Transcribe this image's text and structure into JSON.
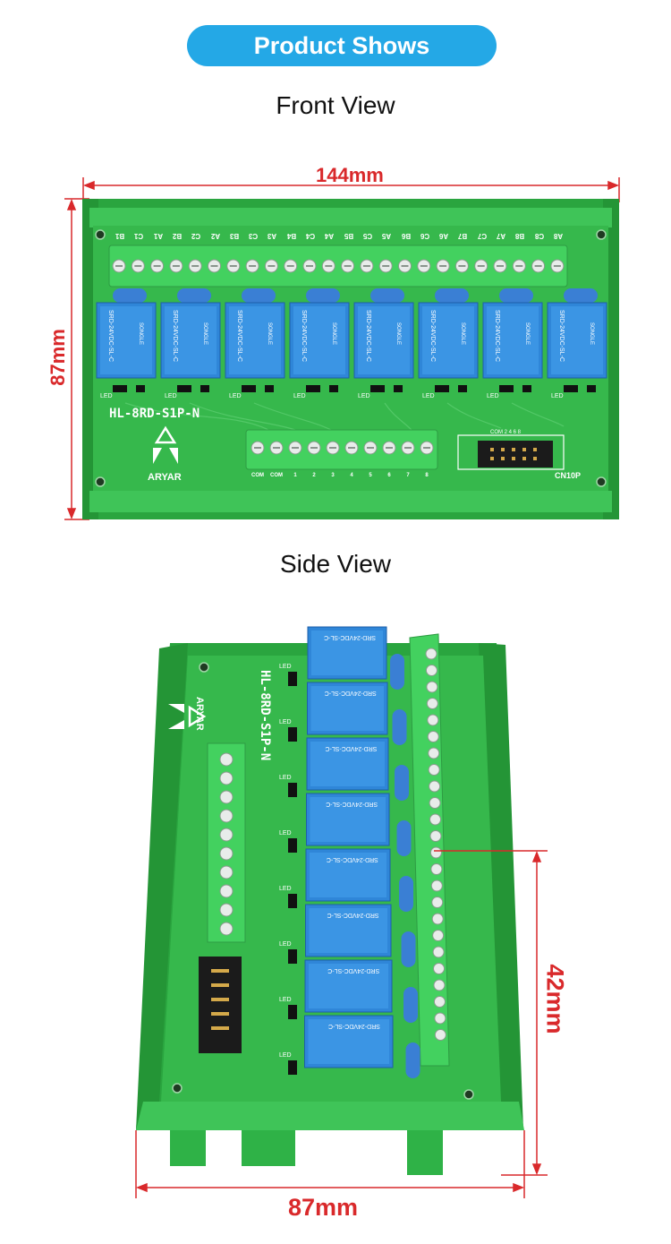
{
  "header": {
    "title": "Product Shows"
  },
  "front": {
    "title": "Front View",
    "width_dim": "144mm",
    "height_dim": "87mm",
    "model": "HL-8RD-S1P-N",
    "brand": "ARYAR",
    "connector": "CN10P",
    "top_terminals": [
      "B1",
      "C1",
      "A1",
      "B2",
      "C2",
      "A2",
      "B3",
      "C3",
      "A3",
      "B4",
      "C4",
      "A4",
      "B5",
      "C5",
      "A5",
      "B6",
      "C6",
      "A6",
      "B7",
      "C7",
      "A7",
      "B8",
      "C8",
      "A8"
    ],
    "bottom_terminals": [
      "COM",
      "COM",
      "1",
      "2",
      "3",
      "4",
      "5",
      "6",
      "7",
      "8"
    ],
    "relay_text": "SRD-24VDC-SL-C",
    "relay_brand": "SONGLE",
    "led_label": "LED"
  },
  "side": {
    "title": "Side View",
    "width_dim": "87mm",
    "height_dim": "42mm"
  },
  "colors": {
    "accent_blue": "#24a8e6",
    "pcb_green": "#33b84a",
    "terminal_green": "#3ccf5a",
    "relay_blue": "#2f86d8",
    "dimension_red": "#d9292b"
  }
}
